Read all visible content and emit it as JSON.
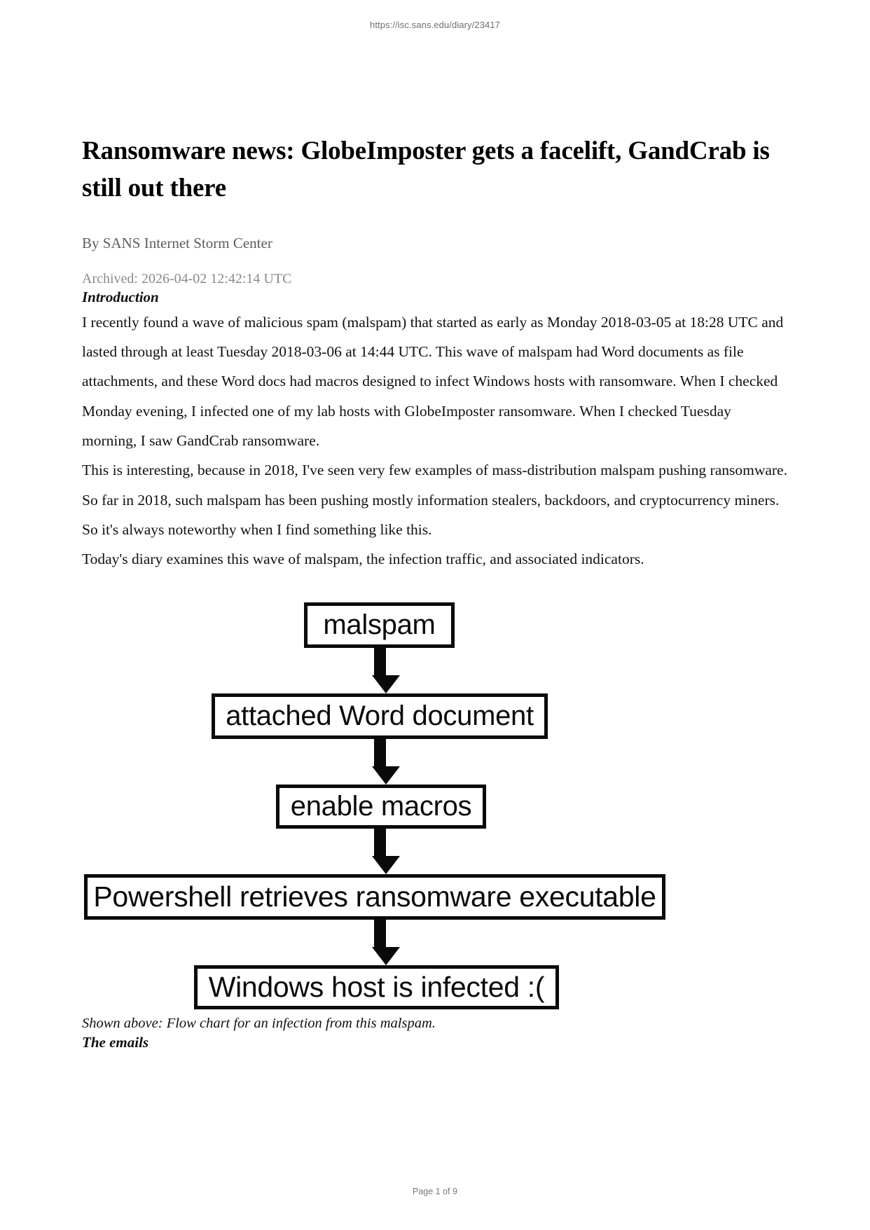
{
  "header": {
    "url": "https://isc.sans.edu/diary/23417"
  },
  "article": {
    "title": "Ransomware news: GlobeImposter gets a facelift, GandCrab is still out there",
    "byline": "By SANS Internet Storm Center",
    "archived": "Archived: 2026-04-02 12:42:14 UTC",
    "sections": {
      "introduction_heading": "Introduction",
      "emails_heading": "The emails"
    },
    "paragraphs": [
      "I recently found a wave of malicious spam (malspam) that started as early as Monday 2018-03-05 at 18:28 UTC and lasted through at least Tuesday 2018-03-06 at 14:44 UTC.  This wave of malspam had Word documents as file attachments, and these Word docs had macros designed to infect Windows hosts with ransomware.  When I checked Monday evening, I infected one of my lab hosts with GlobeImposter ransomware.  When I checked Tuesday morning, I saw GandCrab ransomware.",
      "This is interesting, because in 2018, I've seen very few examples of mass-distribution malspam pushing ransomware.  So far in 2018, such malspam has been pushing mostly information stealers, backdoors, and cryptocurrency miners.  So it's always noteworthy when I find something like this.",
      "Today's diary examines this wave of malspam, the infection traffic, and associated indicators."
    ],
    "figure": {
      "caption": "Shown above:  Flow chart for an infection from this malspam.",
      "nodes": [
        "malspam",
        "attached Word document",
        "enable macros",
        "Powershell retrieves ransomware executable",
        "Windows host is infected  :("
      ]
    }
  },
  "footer": {
    "page_label": "Page 1 of 9"
  },
  "colors": {
    "text": "#111111",
    "muted": "#6f6f6f",
    "archived": "#8a8a8a",
    "diagram_stroke": "#0a0a0a",
    "background": "#ffffff"
  }
}
